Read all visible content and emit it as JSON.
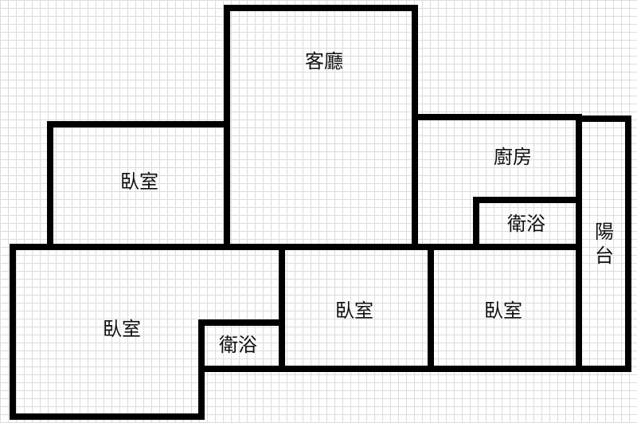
{
  "rooms": {
    "living_room": "客廳",
    "kitchen": "廚房",
    "bathroom_right": "衛浴",
    "balcony": "陽台",
    "bedroom_upper_left": "臥室",
    "bedroom_lower_left": "臥室",
    "bathroom_lower": "衛浴",
    "bedroom_center": "臥室",
    "bedroom_right": "臥室"
  }
}
